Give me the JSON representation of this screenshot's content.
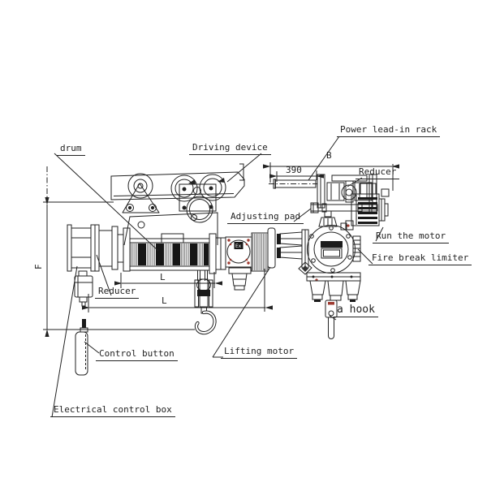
{
  "diagram_type": "electric wire rope hoist engineering drawing, front view and side view",
  "colors": {
    "line": "#222222",
    "accent_red": "#9e3a30",
    "background": "#ffffff"
  },
  "labels": {
    "drum": "drum",
    "driving_device": "Driving device",
    "power_lead_in_rack": "Power lead-in rack",
    "reducer_right": "Reducer",
    "adjusting_pad": "Adjusting pad",
    "run_the_motor": "Run the motor",
    "fire_break_limiter": "Fire break limiter",
    "a_hook": "a hook",
    "reducer_left": "Reducer",
    "lifting_motor": "Lifting motor",
    "control_button": "Control button",
    "electrical_control_box": "Electrical control box"
  },
  "dimensions": {
    "F": "F",
    "B": "B",
    "L_upper": "L",
    "L_lower": "L",
    "d390": "390"
  },
  "markings": {
    "motor_flange_mark": "Ex"
  }
}
